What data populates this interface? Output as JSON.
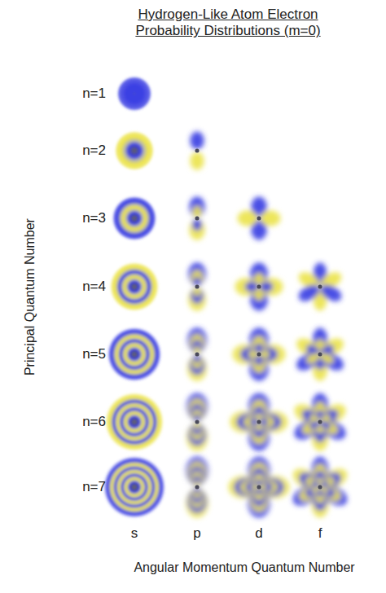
{
  "diagram": {
    "title": "Hydrogen-Like Atom Electron Probability Distributions (m=0)",
    "labels": [
      "n=1",
      "n=2",
      "n=3",
      "n=4",
      "n=5",
      "n=6",
      "n=7",
      "s",
      "p",
      "d",
      "f",
      "Principal Quantum Number",
      "Angular Momentum Quantum Number"
    ]
  }
}
